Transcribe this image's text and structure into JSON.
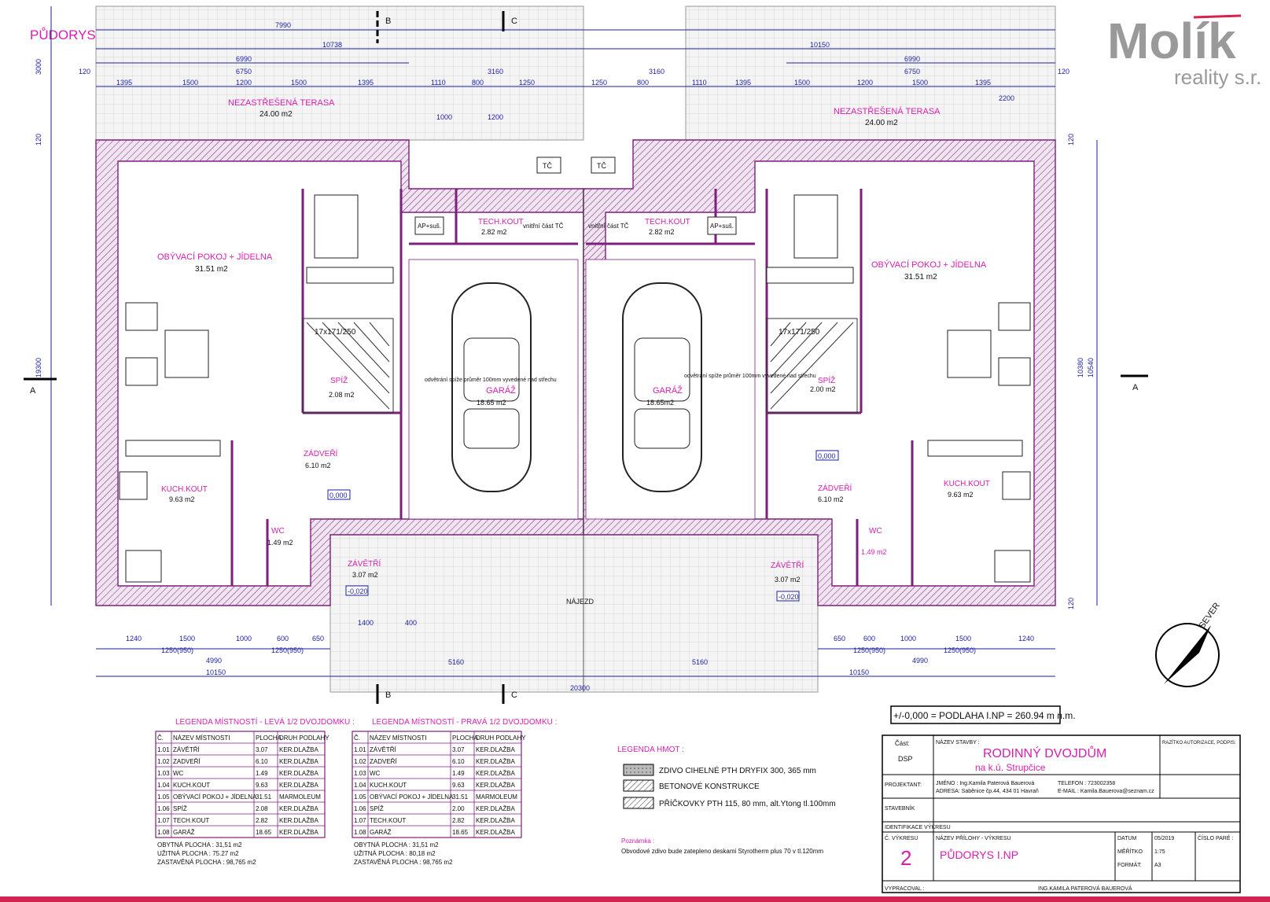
{
  "title": "PŮDORYS I.NP",
  "logo": {
    "main": "Molík",
    "sub": "reality s.r.o."
  },
  "dims_top": {
    "overall": "7990",
    "left_total": "10738",
    "right_total": "10150",
    "left_sub": "6990",
    "left_sub2": "6750",
    "right_sub": "6990",
    "right_sub2": "6750",
    "mid_left": "3160",
    "mid_right": "3160",
    "edge_left": "120",
    "edge_right": "120",
    "row3": [
      "1395",
      "1500",
      "1200",
      "1500",
      "1395",
      "1110",
      "800",
      "1250",
      "1250",
      "800",
      "1110",
      "1395",
      "1500",
      "1200",
      "1500",
      "1395"
    ],
    "terrace_dims": [
      "1000",
      "1200",
      "2200"
    ]
  },
  "vertical_dims": {
    "left_top": "3000",
    "left_edge": "120",
    "left_total": "19300",
    "right_total": "10380",
    "right_total2": "10540",
    "right_edge": "120",
    "right_bottom": "120"
  },
  "terrace": {
    "left_label": "NEZASTŘEŠENÁ TERASA",
    "left_area": "24.00 m2",
    "right_label": "NEZASTŘEŠENÁ TERASA",
    "right_area": "24.00 m2"
  },
  "rooms_left": [
    {
      "name": "OBÝVACÍ POKOJ + JÍDELNA",
      "area": "31.51 m2"
    },
    {
      "name": "TECH.KOUT",
      "area": "2.82 m2"
    },
    {
      "name": "GARÁŽ",
      "area": "18.65 m2"
    },
    {
      "name": "SPÍŽ",
      "area": "2.08 m2"
    },
    {
      "name": "ZÁDVEŘÍ",
      "area": "6.10 m2"
    },
    {
      "name": "KUCH.KOUT",
      "area": "9.63 m2"
    },
    {
      "name": "WC",
      "area": "1.49 m2"
    },
    {
      "name": "ZÁVĚTŘÍ",
      "area": "3.07 m2"
    }
  ],
  "rooms_right": [
    {
      "name": "OBÝVACÍ POKOJ + JÍDELNA",
      "area": "31.51 m2"
    },
    {
      "name": "TECH.KOUT",
      "area": "2.82 m2"
    },
    {
      "name": "GARÁŽ",
      "area": "18.65m2"
    },
    {
      "name": "SPÍŽ",
      "area": "2.00 m2"
    },
    {
      "name": "ZÁDVEŘÍ",
      "area": "6.10 m2"
    },
    {
      "name": "KUCH.KOUT",
      "area": "9.63 m2"
    },
    {
      "name": "WC",
      "area": "1.49 m2"
    },
    {
      "name": "ZÁVĚTŘÍ",
      "area": "3.07 m2"
    }
  ],
  "misc_labels": {
    "ap": "AP+suš.",
    "tc": "TČ",
    "vent_left": "vnitřní část TČ",
    "vent_right": "vnitřní část TČ",
    "stairs": "17x171/250",
    "vent_note": "odvětrání spíže průměr 100mm vyvedené nad střechu",
    "level_left": "0,000",
    "level_right": "0,000",
    "level_ent_left": "-0,020",
    "level_ent_right": "-0,020",
    "najezd": "NÁJEZD",
    "section_a": "A",
    "section_b": "B",
    "section_c": "C",
    "north": "SEVER"
  },
  "dims_bottom": {
    "left_row1": [
      "1240",
      "1500",
      "1000",
      "600",
      "650"
    ],
    "left_row2": [
      "1250(950)",
      "1250(950)"
    ],
    "left_row3": "4990",
    "left_row4": "10150",
    "mid_row": [
      "1400",
      "400"
    ],
    "center": [
      "5160",
      "5160"
    ],
    "total": "20300",
    "right_row1": [
      "650",
      "600",
      "1000",
      "1500",
      "1240"
    ],
    "right_row2": [
      "1250(950)",
      "1250(950)"
    ],
    "right_row3": "4990",
    "right_row4": "10150"
  },
  "legend_left": {
    "title": "LEGENDA MÍSTNOSTÍ - LEVÁ 1/2 DVOJDOMKU :",
    "headers": [
      "Č.",
      "NÁZEV MÍSTNOSTI",
      "PLOCHA",
      "DRUH PODLAHY"
    ],
    "rows": [
      [
        "1.01",
        "ZÁVĚTŘÍ",
        "3.07",
        "KER.DLAŽBA"
      ],
      [
        "1.02",
        "ZADVEŘÍ",
        "6.10",
        "KER.DLAŽBA"
      ],
      [
        "1.03",
        "WC",
        "1.49",
        "KER.DLAŽBA"
      ],
      [
        "1.04",
        "KUCH.KOUT",
        "9.63",
        "KER.DLAŽBA"
      ],
      [
        "1.05",
        "OBÝVACÍ POKOJ + JÍDELNA",
        "31.51",
        "MARMOLEUM"
      ],
      [
        "1.06",
        "SPÍŽ",
        "2.08",
        "KER.DLAŽBA"
      ],
      [
        "1.07",
        "TECH.KOUT",
        "2.82",
        "KER.DLAŽBA"
      ],
      [
        "1.08",
        "GARÁŽ",
        "18.65",
        "KER.DLAŽBA"
      ]
    ],
    "summary": [
      "OBYTNÁ PLOCHA : 31,51 m2",
      "UŽITNÁ PLOCHA : 75.27 m2",
      "ZASTAVĚNÁ PLOCHA : 98,765 m2"
    ]
  },
  "legend_right": {
    "title": "LEGENDA MÍSTNOSTÍ - PRAVÁ 1/2 DVOJDOMKU :",
    "headers": [
      "Č.",
      "NÁZEV MÍSTNOSTI",
      "PLOCHA",
      "DRUH PODLAHY"
    ],
    "rows": [
      [
        "1.01",
        "ZÁVĚTŘÍ",
        "3.07",
        "KER.DLAŽBA"
      ],
      [
        "1.02",
        "ZADVEŘÍ",
        "6.10",
        "KER.DLAŽBA"
      ],
      [
        "1.03",
        "WC",
        "1.49",
        "KER.DLAŽBA"
      ],
      [
        "1.04",
        "KUCH.KOUT",
        "9.63",
        "KER.DLAŽBA"
      ],
      [
        "1.05",
        "OBÝVACÍ POKOJ + JÍDELNA",
        "31.51",
        "MARMOLEUM"
      ],
      [
        "1.06",
        "SPÍŽ",
        "2.00",
        "KER.DLAŽBA"
      ],
      [
        "1.07",
        "TECH.KOUT",
        "2.82",
        "KER.DLAŽBA"
      ],
      [
        "1.08",
        "GARÁŽ",
        "18.65",
        "KER.DLAŽBA"
      ]
    ],
    "summary": [
      "OBYTNÁ PLOCHA : 31,51 m2",
      "UŽITNÁ PLOCHA : 80,18 m2",
      "ZASTAVĚNÁ PLOCHA : 98,765 m2"
    ]
  },
  "legend_materials": {
    "title": "LEGENDA HMOT :",
    "items": [
      "ZDIVO CIHELNÉ PTH DRYFIX 300, 365 mm",
      "BETONOVÉ KONSTRUKCE",
      "PŘÍČKOVKY PTH 115, 80 mm, alt.Ytong tl.100mm"
    ],
    "note_title": "Poznámka :",
    "note": "Obvodové zdivo bude zatepleno deskami Styrotherm plus 70 v tl.120mm"
  },
  "title_block": {
    "level": "+/-0,000 = PODLAHA I.NP = 260.94 m n.m.",
    "cast_label": "Část:",
    "cast_value": "DSP",
    "project_label": "NÁZEV STAVBY :",
    "project_name": "RODINNÝ DVOJDŮM",
    "project_place": "na k.ú. Strupčice",
    "stamp_label": "RAZÍTKO AUTORIZACE, PODPIS:",
    "projektant_label": "PROJEKTANT:",
    "projektant_name": "JMÉNO : Ing.Kamila Paterová Bauerová",
    "projektant_address": "ADRESA: Saběnice čp.44, 434 01 Havraň",
    "tel": "TELEFON : 723002358",
    "email": "E-MAIL : Kamila.Bauerova@seznam.cz",
    "stavebnik_label": "STAVEBNÍK",
    "ident_label": "IDENTIFIKACE VÝKRESU",
    "vykres_label": "Č. VÝKRESU",
    "vykres_no": "2",
    "priloha_label": "NÁZEV PŘÍLOHY - VÝKRESU",
    "priloha_name": "PŮDORYS I.NP",
    "datum_label": "DATUM",
    "datum": "05/2019",
    "meritko_label": "MĚŘÍTKO",
    "meritko": "1:75",
    "format_label": "FORMÁT:",
    "format": "A3",
    "cislo_pare": "ČÍSLO PARÉ :",
    "vypracoval_label": "VYPRACOVAL :",
    "vypracoval": "ING.KAMILA PATEROVÁ BAUEROVÁ"
  }
}
